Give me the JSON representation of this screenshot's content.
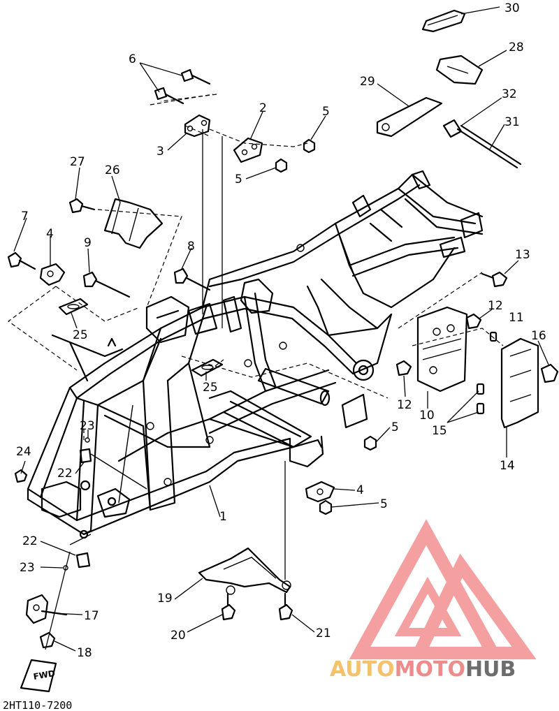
{
  "diagram_code": "2HT110-7200",
  "fwd_label": "FWD",
  "watermark": {
    "text_auto": "AUTO",
    "text_moto": "MOTO",
    "text_hub": "HUB",
    "color_auto": "#f5c26b",
    "color_moto": "#f08b8b",
    "color_hub": "#6d6d6d",
    "logo_color": "#f4a0a0"
  },
  "callouts": [
    {
      "id": "c30",
      "label": "30"
    },
    {
      "id": "c28",
      "label": "28"
    },
    {
      "id": "c29",
      "label": "29"
    },
    {
      "id": "c32",
      "label": "32"
    },
    {
      "id": "c31",
      "label": "31"
    },
    {
      "id": "c6",
      "label": "6"
    },
    {
      "id": "c2",
      "label": "2"
    },
    {
      "id": "c5a",
      "label": "5"
    },
    {
      "id": "c3",
      "label": "3"
    },
    {
      "id": "c5b",
      "label": "5"
    },
    {
      "id": "c27",
      "label": "27"
    },
    {
      "id": "c26",
      "label": "26"
    },
    {
      "id": "c7",
      "label": "7"
    },
    {
      "id": "c4a",
      "label": "4"
    },
    {
      "id": "c9",
      "label": "9"
    },
    {
      "id": "c8",
      "label": "8"
    },
    {
      "id": "c13",
      "label": "13"
    },
    {
      "id": "c12a",
      "label": "12"
    },
    {
      "id": "c11",
      "label": "11"
    },
    {
      "id": "c16",
      "label": "16"
    },
    {
      "id": "c25a",
      "label": "25"
    },
    {
      "id": "c25b",
      "label": "25"
    },
    {
      "id": "c12b",
      "label": "12"
    },
    {
      "id": "c10",
      "label": "10"
    },
    {
      "id": "c15",
      "label": "15"
    },
    {
      "id": "c14",
      "label": "14"
    },
    {
      "id": "c5c",
      "label": "5"
    },
    {
      "id": "c23a",
      "label": "23"
    },
    {
      "id": "c24",
      "label": "24"
    },
    {
      "id": "c22a",
      "label": "22"
    },
    {
      "id": "c1",
      "label": "1"
    },
    {
      "id": "c4b",
      "label": "4"
    },
    {
      "id": "c5d",
      "label": "5"
    },
    {
      "id": "c22b",
      "label": "22"
    },
    {
      "id": "c23b",
      "label": "23"
    },
    {
      "id": "c19",
      "label": "19"
    },
    {
      "id": "c17",
      "label": "17"
    },
    {
      "id": "c20",
      "label": "20"
    },
    {
      "id": "c21",
      "label": "21"
    },
    {
      "id": "c18",
      "label": "18"
    }
  ]
}
